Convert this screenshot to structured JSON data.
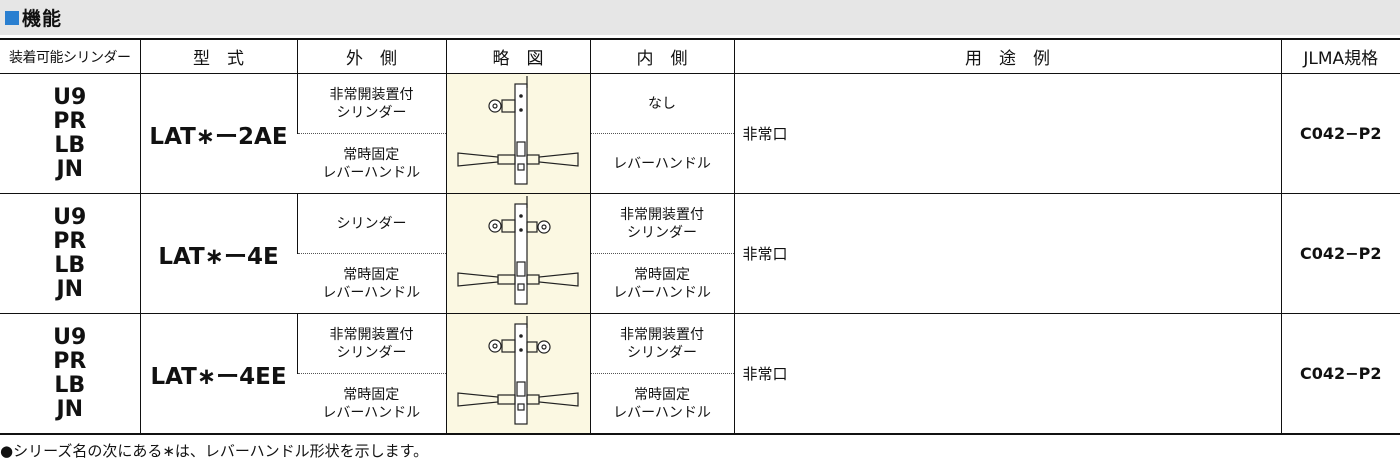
{
  "section": {
    "title": "機能"
  },
  "columns": {
    "series": "装着可能シリンダー",
    "model": "型　式",
    "outside": "外　側",
    "diagram": "略　図",
    "inside": "内　側",
    "usage": "用　途　例",
    "jlma": "JLMA規格"
  },
  "rows": [
    {
      "series": [
        "U9",
        "PR",
        "LB",
        "JN"
      ],
      "model": "LAT∗ー2AE",
      "outside_top": "非常開装置付\nシリンダー",
      "outside_bottom": "常時固定\nレバーハンドル",
      "inside_top": "なし",
      "inside_bottom": "レバーハンドル",
      "usage": "非常口",
      "jlma": "C042−P2",
      "diagram_variant": "outside-cylinder"
    },
    {
      "series": [
        "U9",
        "PR",
        "LB",
        "JN"
      ],
      "model": "LAT∗ー4E",
      "outside_top": "シリンダー",
      "outside_bottom": "常時固定\nレバーハンドル",
      "inside_top": "非常開装置付\nシリンダー",
      "inside_bottom": "常時固定\nレバーハンドル",
      "usage": "非常口",
      "jlma": "C042−P2",
      "diagram_variant": "both-cylinders"
    },
    {
      "series": [
        "U9",
        "PR",
        "LB",
        "JN"
      ],
      "model": "LAT∗ー4EE",
      "outside_top": "非常開装置付\nシリンダー",
      "outside_bottom": "常時固定\nレバーハンドル",
      "inside_top": "非常開装置付\nシリンダー",
      "inside_bottom": "常時固定\nレバーハンドル",
      "usage": "非常口",
      "jlma": "C042−P2",
      "diagram_variant": "both-cylinders"
    }
  ],
  "note": "●シリーズ名の次にある∗は、レバーハンドル形状を示します。",
  "colors": {
    "accent": "#2a7fd0",
    "header_bg": "#e6e6e6",
    "diagram_bg": "#fbf8e2"
  }
}
